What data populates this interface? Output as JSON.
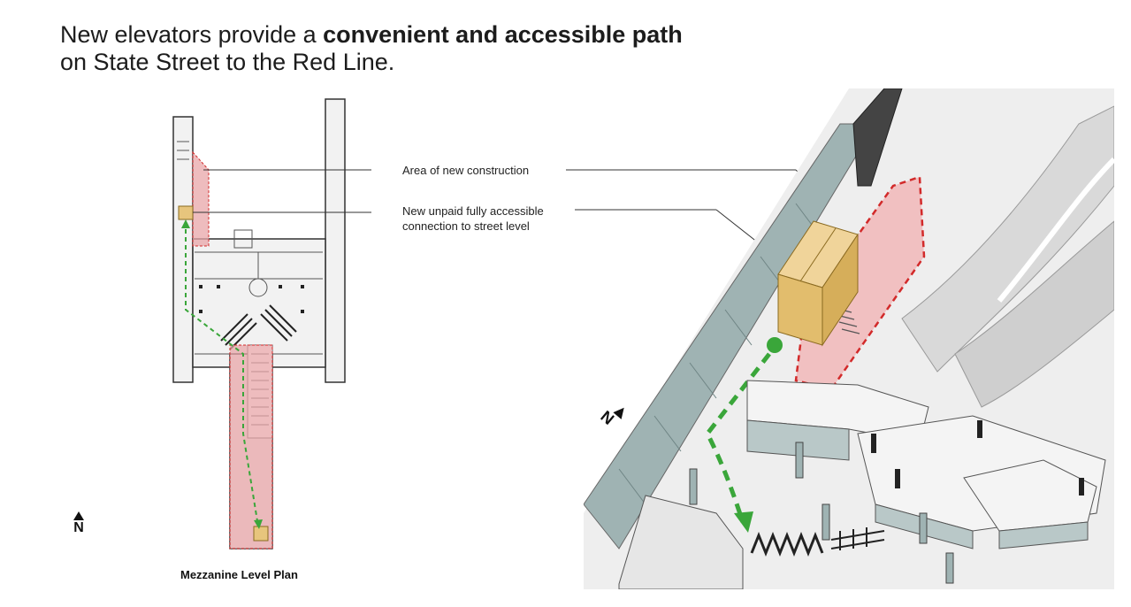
{
  "headline": {
    "part1": "New elevators provide a ",
    "bold": "convenient and accessible path",
    "part2": "on State Street to the Red Line."
  },
  "callouts": {
    "new_construction": "Area of new construction",
    "accessible_line1": "New unpaid fully accessible",
    "accessible_line2": "connection to street level"
  },
  "plan": {
    "caption": "Mezzanine Level Plan",
    "north_label": "N"
  },
  "iso": {
    "north_label": "N"
  },
  "colors": {
    "new_construction_fill": "#e8a6a8",
    "new_construction_outline": "#d22a2a",
    "elevator_fill": "#e7c57d",
    "accessible_path": "#3aa63a"
  }
}
